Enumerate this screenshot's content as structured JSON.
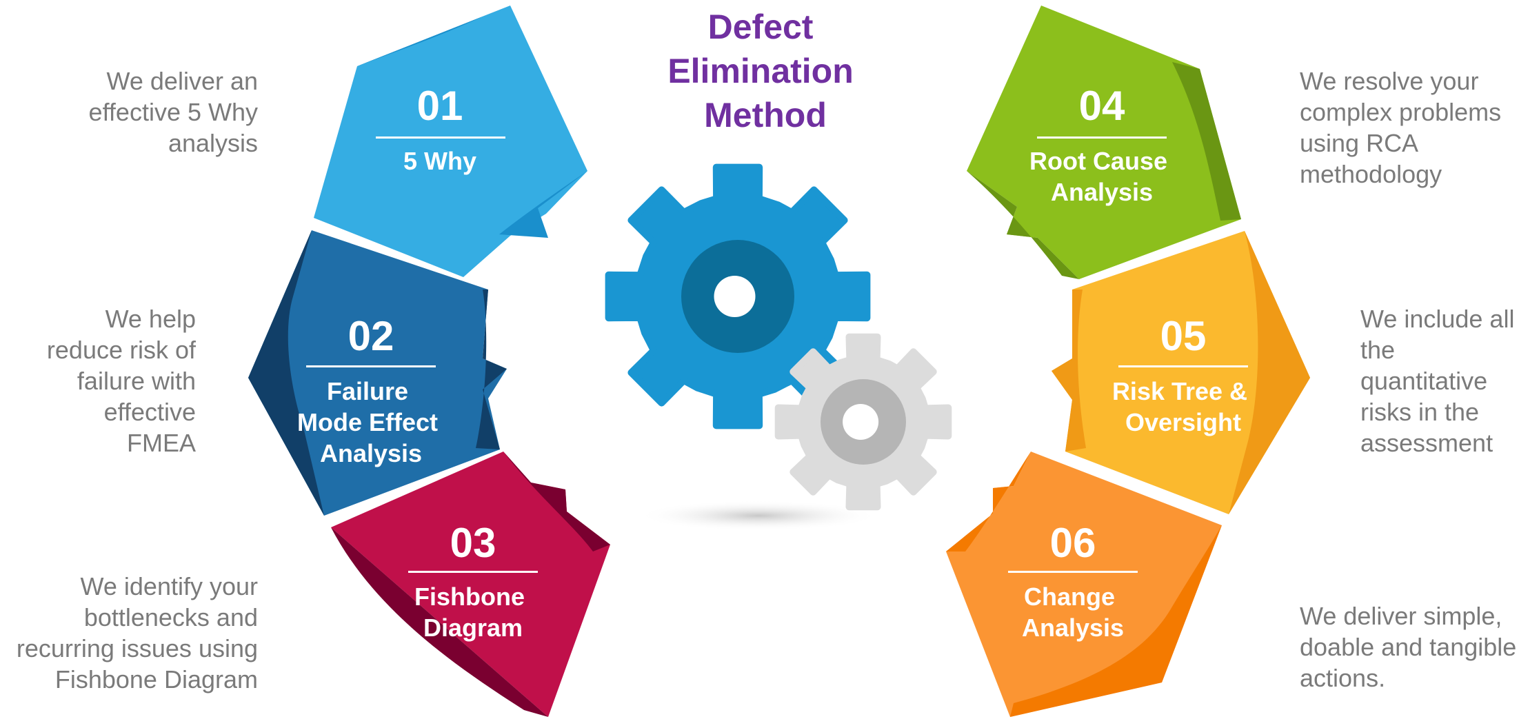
{
  "title": {
    "lines": [
      "Defect",
      "Elimination",
      "Method"
    ],
    "color": "#7030a0"
  },
  "steps": [
    {
      "number": "01",
      "label": [
        "5 Why"
      ],
      "color": "#35ade3",
      "dark": "#1a8fcc",
      "description": [
        "We deliver an",
        "effective 5 Why",
        "analysis"
      ]
    },
    {
      "number": "02",
      "label": [
        "Failure",
        "Mode Effect",
        "Analysis"
      ],
      "color": "#1f6ea8",
      "dark": "#113f68",
      "description": [
        "We help",
        "reduce risk of",
        "failure with",
        "effective",
        "FMEA"
      ]
    },
    {
      "number": "03",
      "label": [
        "Fishbone",
        "Diagram"
      ],
      "color": "#c0104a",
      "dark": "#7a0030",
      "description": [
        "We identify your",
        "bottlenecks and",
        "recurring issues using",
        "Fishbone Diagram"
      ]
    },
    {
      "number": "04",
      "label": [
        "Root Cause",
        "Analysis"
      ],
      "color": "#8cbf1c",
      "dark": "#6a9613",
      "description": [
        "We resolve your",
        "complex problems",
        "using RCA",
        "methodology"
      ]
    },
    {
      "number": "05",
      "label": [
        "Risk Tree &",
        "Oversight"
      ],
      "color": "#fbb92e",
      "dark": "#f09a16",
      "description": [
        "We include all",
        "the",
        "quantitative",
        "risks in the",
        "assessment"
      ]
    },
    {
      "number": "06",
      "label": [
        "Change",
        "Analysis"
      ],
      "color": "#fb9533",
      "dark": "#f47a00",
      "description": [
        "We deliver simple,",
        "doable and tangible",
        "actions."
      ]
    }
  ],
  "icons": {
    "large_gear": {
      "name": "large-gear-icon",
      "color": "#1a96d2",
      "hub": "#0c6e99"
    },
    "small_gear": {
      "name": "small-gear-icon",
      "color": "#dcdcdc",
      "hub": "#b5b5b5"
    }
  }
}
